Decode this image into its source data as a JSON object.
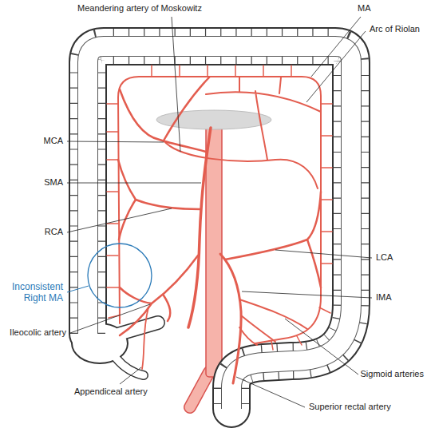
{
  "diagram": {
    "labels": [
      "Meandering artery of Moskowitz",
      "MA",
      "Arc of Riolan",
      "MCA",
      "SMA",
      "RCA",
      "LCA",
      "Inconsistent Right MA",
      "IMA",
      "Ileocolic artery",
      "Sigmoid arteries",
      "Appendiceal artery",
      "Superior rectal artery"
    ]
  }
}
